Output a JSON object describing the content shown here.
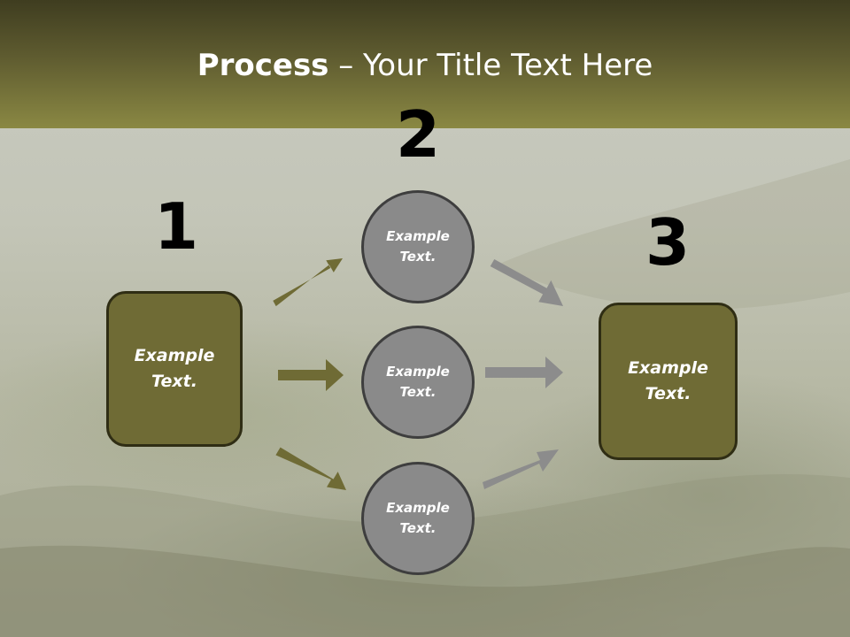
{
  "title": {
    "bold": "Process",
    "rest": " – Your Title Text Here"
  },
  "steps": [
    {
      "number": "1",
      "text": "Example\nText."
    },
    {
      "number": "2",
      "text": "Example\nText."
    },
    {
      "number": "3",
      "text": "Example\nText."
    }
  ],
  "middle_circles": [
    {
      "text": "Example\nText."
    },
    {
      "text": "Example\nText."
    },
    {
      "text": "Example\nText."
    }
  ],
  "colors": {
    "box_fill": "#6f6b35",
    "circle_fill": "#8a8a8a",
    "olive_arrow": "#6f6b35",
    "gray_arrow": "#8c8c8c",
    "header": "#6b6935"
  }
}
